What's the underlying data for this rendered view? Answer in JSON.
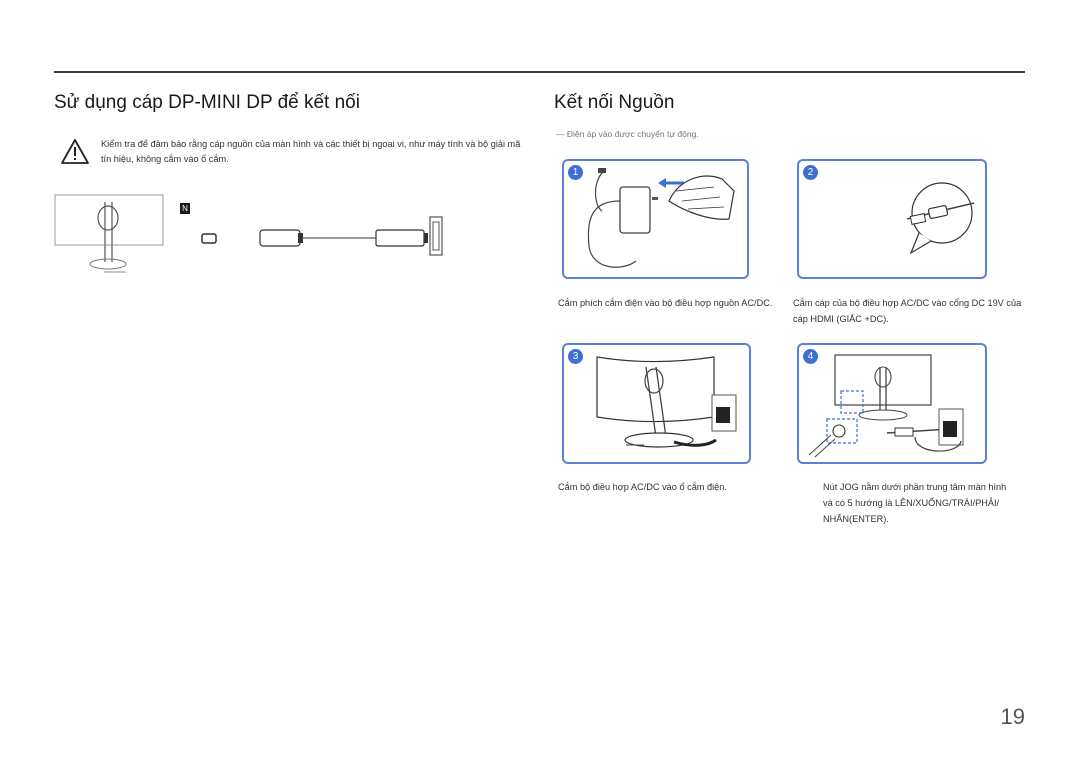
{
  "left": {
    "title": "Sử dụng cáp DP-MINI DP để kết nối",
    "warning": "Kiểm tra để đảm bảo rằng cáp nguồn của màn hình và các thiết bị ngoại vi, như máy tính và bộ giải mã tín hiệu, không cắm vào ổ cắm.",
    "port_label": "N"
  },
  "right": {
    "title": "Kết nối Nguồn",
    "note": "Điện áp vào được chuyển tự động.",
    "steps": [
      {
        "num": "1",
        "caption": "Cắm phích cắm điện vào bộ điều hợp nguồn AC/DC."
      },
      {
        "num": "2",
        "caption": "Cắm cáp của bộ điều hợp AC/DC vào cổng DC 19V của cáp HDMI (GIẮC +DC)."
      },
      {
        "num": "3",
        "caption": "Cắm bộ điều hợp AC/DC vào ổ cắm điện."
      },
      {
        "num": "4",
        "caption": "Nút JOG nằm dưới phần trung tâm màn hình và có 5 hướng là LÊN/XUỐNG/TRÁI/PHẢI/ NHẤN(ENTER)."
      }
    ]
  },
  "page_number": "19",
  "colors": {
    "accent": "#3f6fd1",
    "border": "#5b80d6"
  }
}
